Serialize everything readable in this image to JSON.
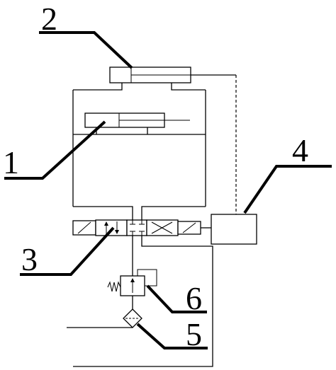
{
  "labels": {
    "cylinder_top": "2",
    "cylinder_main": "1",
    "directional_valve": "3",
    "controller": "4",
    "filter": "5",
    "relief_valve": "6"
  },
  "colors": {
    "line": "#000000",
    "background": "#ffffff"
  }
}
